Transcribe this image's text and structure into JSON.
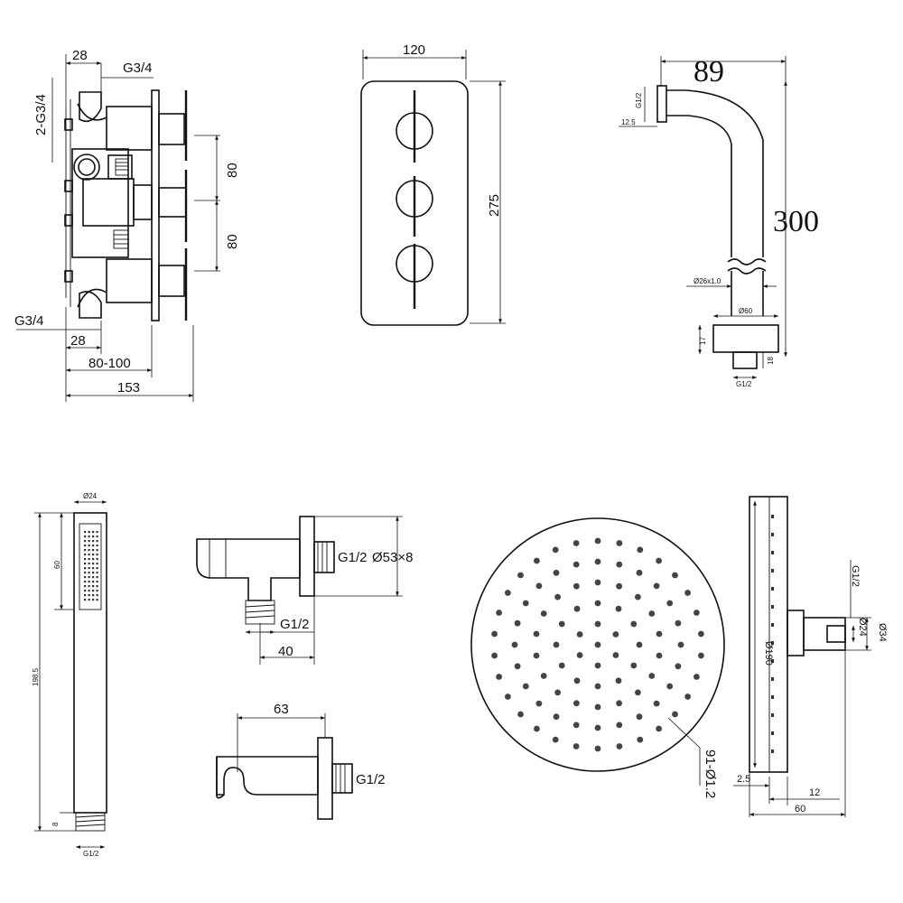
{
  "valve": {
    "dim_top_28": "28",
    "label_g34_top": "G3/4",
    "label_2g34": "2-G3/4",
    "dim_80_upper": "80",
    "dim_80_lower": "80",
    "label_g34_bottom": "G3/4",
    "dim_bottom_28": "28",
    "dim_80_100": "80-100",
    "dim_153": "153"
  },
  "faceplate": {
    "dim_width": "120",
    "dim_height": "275"
  },
  "arm": {
    "dim_projection": "89",
    "dim_length": "300",
    "label_g12_top": "G1/2",
    "dim_12_5": "12.5",
    "label_dia26": "Ø26x1.0",
    "label_dia60": "Ø60",
    "dim_17": "17",
    "dim_18": "18",
    "label_g12_bottom": "G1/2"
  },
  "handset": {
    "label_dia24": "Ø24",
    "dim_60": "60",
    "dim_198_5": "198.5",
    "dim_8": "8",
    "label_g12": "G1/2"
  },
  "outlet_elbow": {
    "label_g12_side": "G1/2",
    "label_dia53": "Ø53×8",
    "label_g12_bottom": "G1/2",
    "dim_40": "40"
  },
  "holder": {
    "dim_63": "63",
    "label_g12": "G1/2"
  },
  "shower_head": {
    "nozzles_label": "91-Ø1.2",
    "nozzle_rings": [
      1,
      6,
      12,
      18,
      24,
      30
    ]
  },
  "head_side": {
    "label_dia190": "Ø190",
    "label_g12": "G1/2",
    "label_dia24": "Ø24",
    "label_dia34": "Ø34",
    "dim_2_5": "2.5",
    "dim_12": "12",
    "dim_60": "60"
  }
}
